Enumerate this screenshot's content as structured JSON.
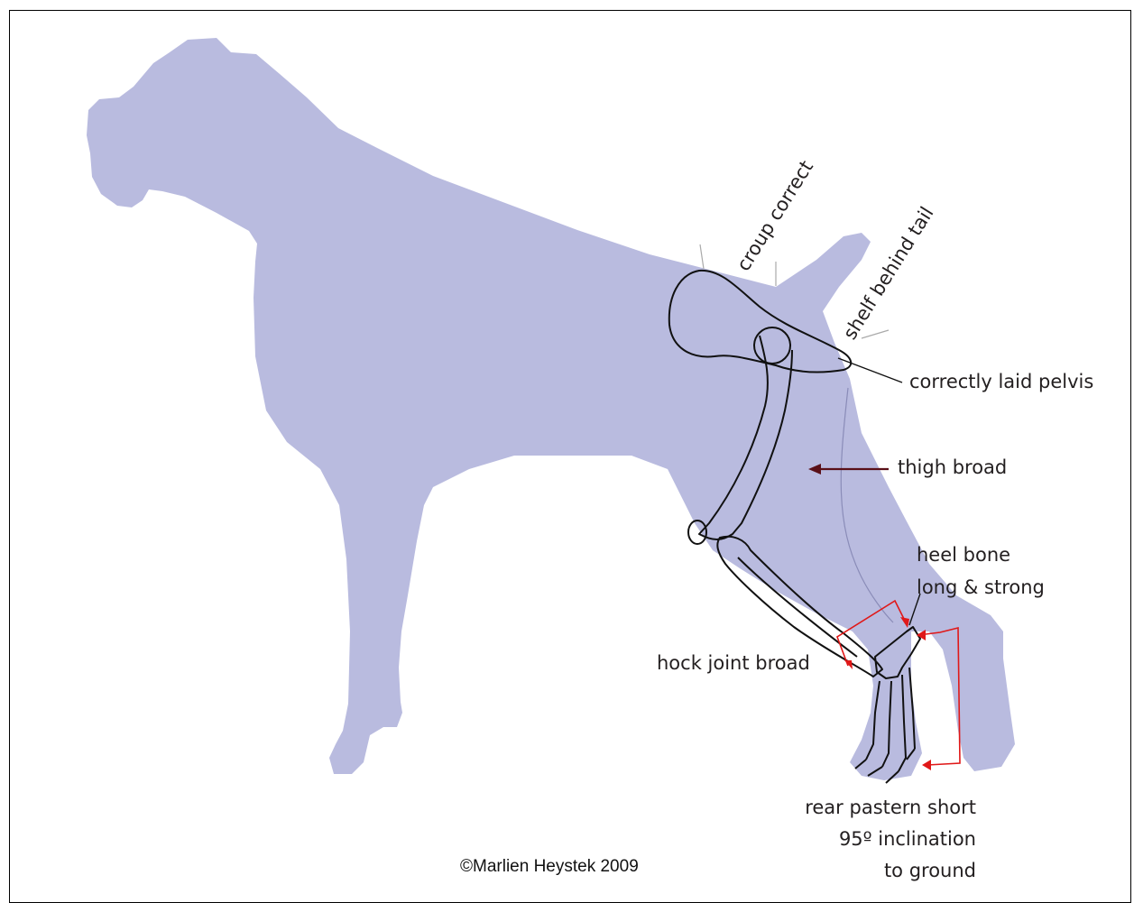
{
  "diagram": {
    "silhouette_color": "#b9bbdf",
    "bone_color": "#111111",
    "arrow_color": "#e01818",
    "labels": {
      "croup": "croup correct",
      "shelf": "shelf behind tail",
      "pelvis": "correctly laid pelvis",
      "thigh": "thigh broad",
      "heel_line1": "heel bone",
      "heel_line2": "long & strong",
      "hock": "hock joint broad",
      "pastern_line1": "rear pastern short",
      "pastern_line2": "95º inclination",
      "pastern_line3": "to ground"
    },
    "credit": "©Marlien Heystek 2009"
  }
}
